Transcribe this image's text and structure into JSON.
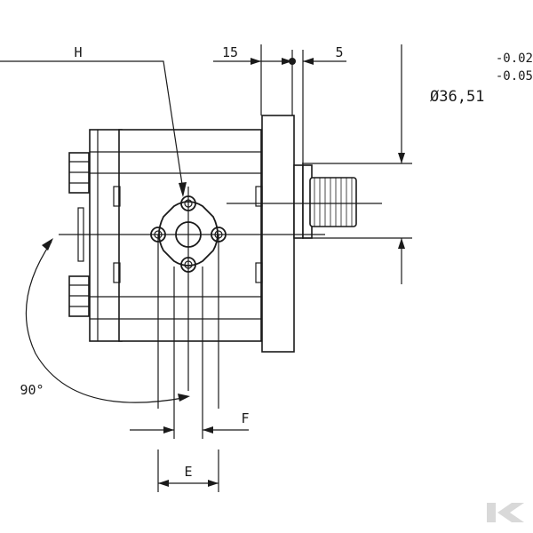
{
  "labels": {
    "h": "H",
    "dim_15": "15",
    "dim_5": "5",
    "tol_upper": "-0.02",
    "tol_lower": "-0.05",
    "diameter": "Ø36,51",
    "angle": "90°",
    "f": "F",
    "e": "E"
  },
  "colors": {
    "line": "#1a1a1a",
    "background": "#ffffff",
    "watermark": "#d9d9d9"
  },
  "icons": {
    "watermark": "brand-logo-icon"
  }
}
